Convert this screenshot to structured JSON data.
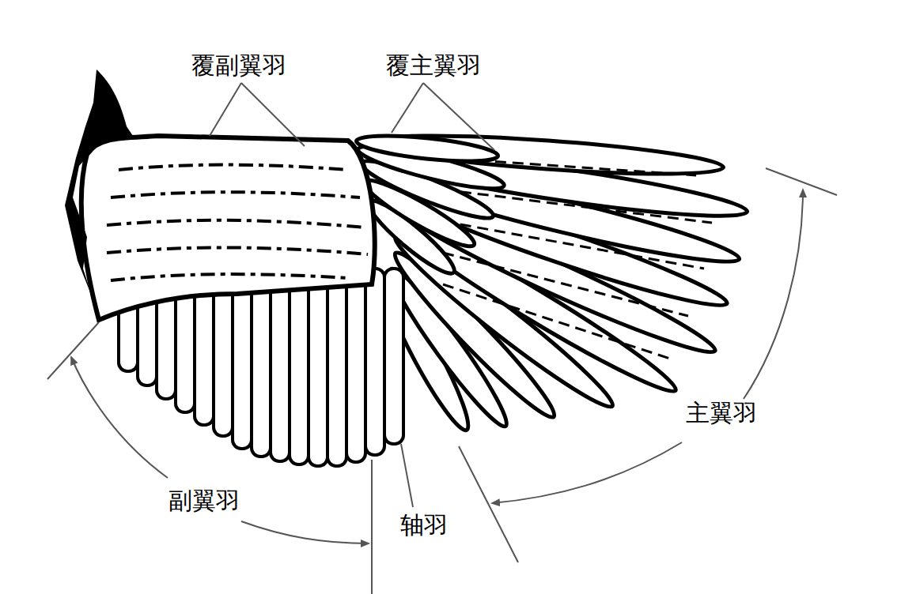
{
  "diagram": {
    "labels": [
      "覆副翼羽",
      "覆主翼羽",
      "主翼羽",
      "副翼羽",
      "轴羽"
    ]
  }
}
